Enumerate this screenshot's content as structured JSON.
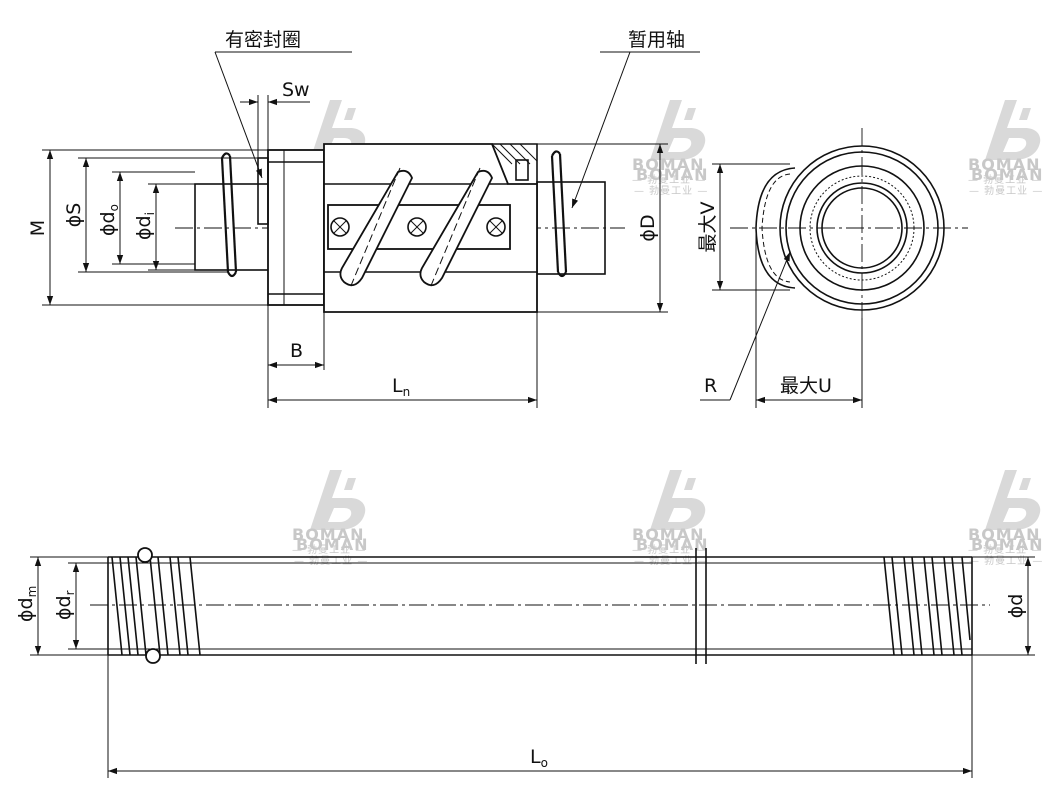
{
  "callouts": {
    "seal_ring": "有密封圈",
    "temporary_shaft": "暂用轴"
  },
  "dimensions": {
    "Sw": "Sw",
    "M": "M",
    "phi_S": "ϕS",
    "phi_do": "ϕd",
    "phi_do_sub": "o",
    "phi_di": "ϕd",
    "phi_di_sub": "i",
    "phi_D": "ϕD",
    "B": "B",
    "Ln": "L",
    "Ln_sub": "n",
    "max_V": "最大V",
    "R": "R",
    "max_U": "最大U",
    "phi_dm": "ϕd",
    "phi_dm_sub": "m",
    "phi_dr": "ϕd",
    "phi_dr_sub": "r",
    "phi_d": "ϕd",
    "Lo": "L",
    "Lo_sub": "o"
  },
  "watermark": {
    "brand": "BOMAN",
    "subtitle": "— 勃曼工业 —"
  }
}
